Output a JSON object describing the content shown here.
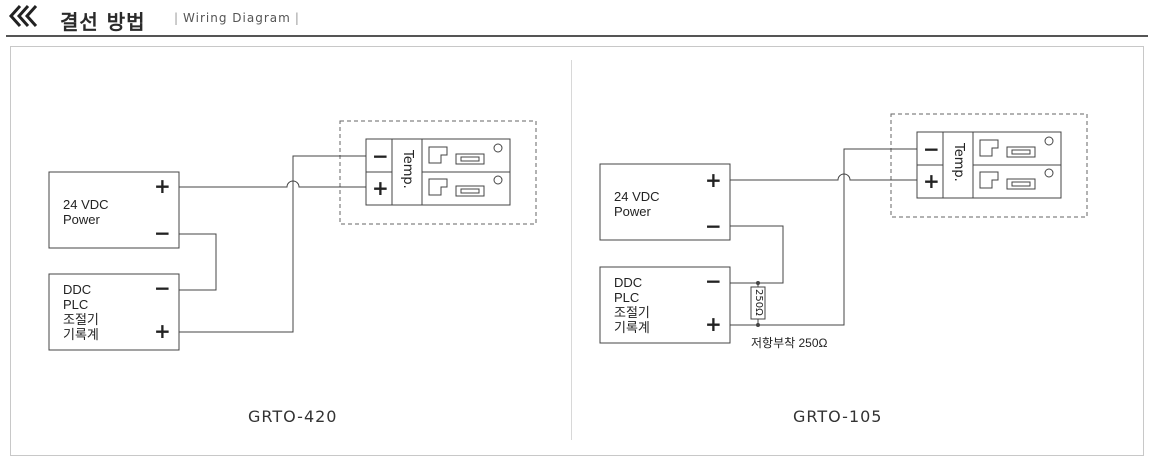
{
  "header": {
    "title_ko": "결선 방법",
    "title_en": "Wiring Diagram"
  },
  "diagrams": [
    {
      "model": "GRTO-420",
      "power_label": [
        "24 VDC",
        "Power"
      ],
      "controller_label": [
        "DDC",
        "PLC",
        "조절기",
        "기록계"
      ],
      "plus": "+",
      "minus": "−",
      "terminal_minus": "−",
      "terminal_plus": "+",
      "temp_label": "Temp."
    },
    {
      "model": "GRTO-105",
      "power_label": [
        "24 VDC",
        "Power"
      ],
      "controller_label": [
        "DDC",
        "PLC",
        "조절기",
        "기록계"
      ],
      "plus": "+",
      "minus": "−",
      "terminal_minus": "−",
      "terminal_plus": "+",
      "temp_label": "Temp.",
      "resistor_label": "250Ω",
      "resistor_note": "저항부착 250Ω"
    }
  ]
}
